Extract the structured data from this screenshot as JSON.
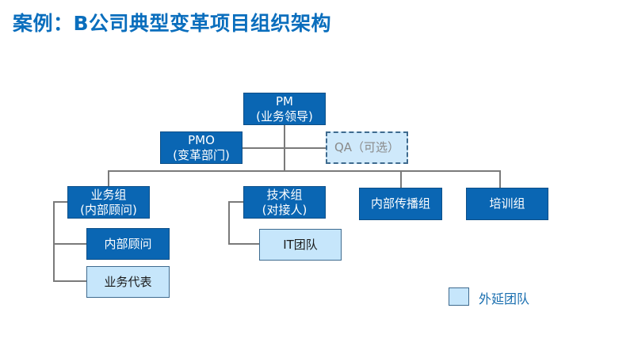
{
  "title": "案例：B公司典型变革项目组织架构",
  "nodes": {
    "pm": {
      "line1": "PM",
      "line2": "(业务领导)"
    },
    "pmo": {
      "line1": "PMO",
      "line2": "(变革部门)"
    },
    "qa": {
      "label": "QA（可选）"
    },
    "business_group": {
      "line1": "业务组",
      "line2": "(内部顾问)"
    },
    "tech_group": {
      "line1": "技术组",
      "line2": "(对接人)"
    },
    "internal_comm_group": {
      "label": "内部传播组"
    },
    "training_group": {
      "label": "培训组"
    },
    "internal_consultant": {
      "label": "内部顾问"
    },
    "business_rep": {
      "label": "业务代表"
    },
    "it_team": {
      "label": "IT团队"
    }
  },
  "legend": {
    "label": "外延团队"
  },
  "colors": {
    "title": "#0a6ebd",
    "core_team": "#0a66b3",
    "extended_team": "#c6e6fb",
    "connector": "#7a7a7a"
  }
}
